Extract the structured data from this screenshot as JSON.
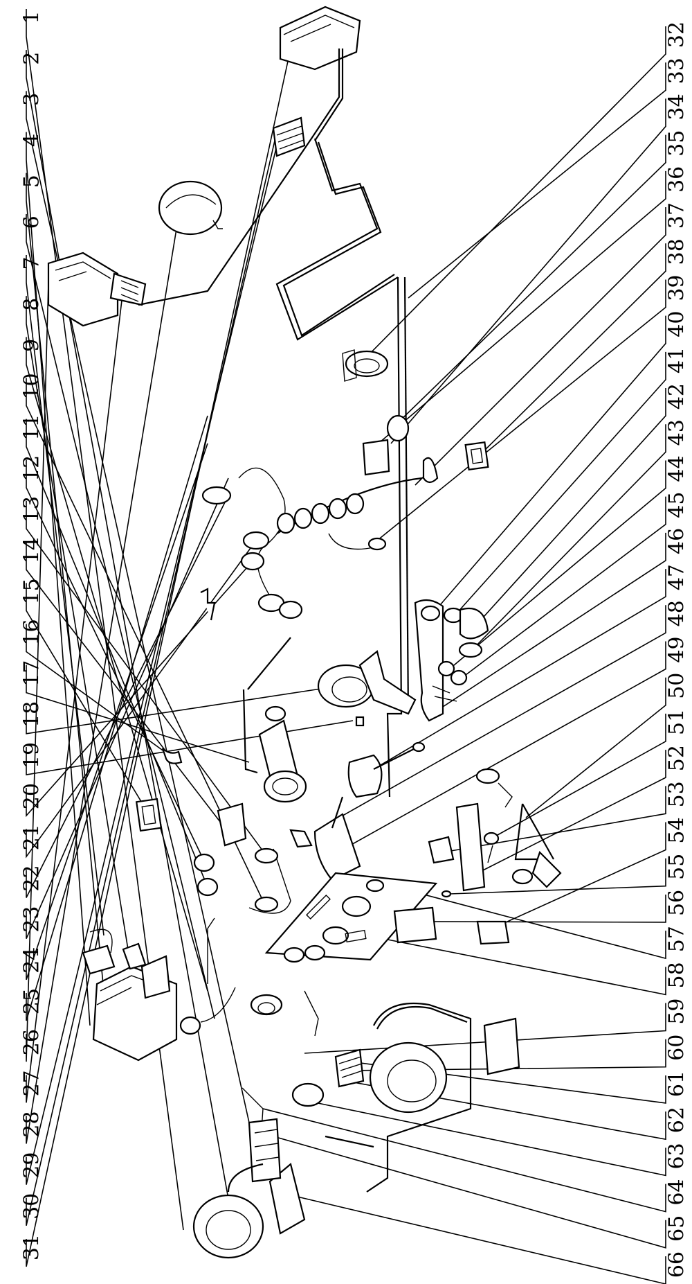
{
  "diagram": {
    "type": "exploded-assembly-drawing",
    "orientation": "rotated-90-ccw",
    "labels_left": [
      "1",
      "2",
      "3",
      "4",
      "5",
      "6",
      "7",
      "8",
      "9",
      "10",
      "11",
      "12",
      "13",
      "14",
      "15",
      "16",
      "17",
      "18",
      "19",
      "20",
      "21",
      "22",
      "23",
      "24",
      "25",
      "26",
      "27",
      "28",
      "29",
      "30",
      "31"
    ],
    "labels_right": [
      "32",
      "33",
      "34",
      "35",
      "36",
      "37",
      "38",
      "39",
      "40",
      "41",
      "42",
      "43",
      "44",
      "45",
      "46",
      "47",
      "48",
      "49",
      "50",
      "51",
      "52",
      "53",
      "54",
      "55",
      "56",
      "57",
      "58",
      "59",
      "60",
      "61",
      "62",
      "63",
      "64",
      "65",
      "66"
    ]
  }
}
